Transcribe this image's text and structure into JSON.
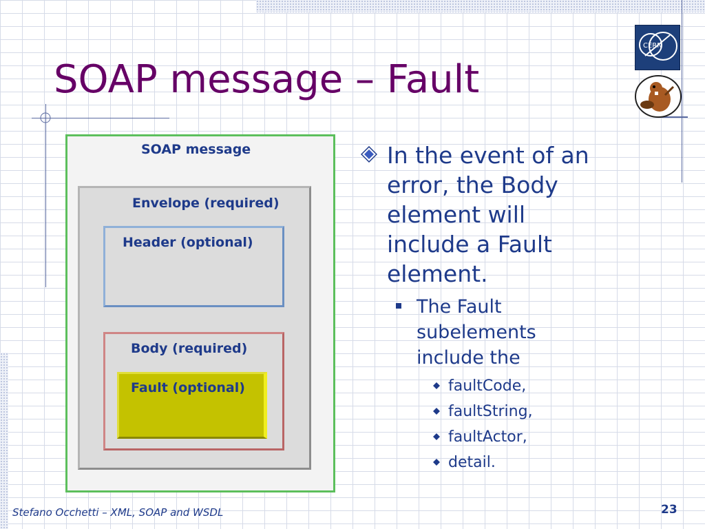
{
  "slide": {
    "title": "SOAP message – Fault",
    "diagram": {
      "soap_message": "SOAP message",
      "envelope": "Envelope (required)",
      "header": "Header (optional)",
      "body": "Body (required)",
      "fault": "Fault (optional)"
    },
    "bullets": {
      "level1": "In the event of an error, the Body element will include a Fault element.",
      "level2": "The Fault subelements include the",
      "level3": [
        "faultCode,",
        "faultString,",
        "faultActor,",
        "detail."
      ]
    },
    "footer": {
      "left": "Stefano Occhetti – XML, SOAP and WSDL",
      "page_number": "23"
    },
    "logos": {
      "cern_text": "CERN",
      "cern_icon": "cern-logo-icon",
      "mascot_icon": "beaver-mascot-icon"
    },
    "colors": {
      "title": "#660066",
      "text": "#1e3a8a",
      "soap_border": "#5cbf5c",
      "header_border": "#6a8fc2",
      "body_border": "#b96565",
      "fault_fill": "#c4c200"
    }
  }
}
